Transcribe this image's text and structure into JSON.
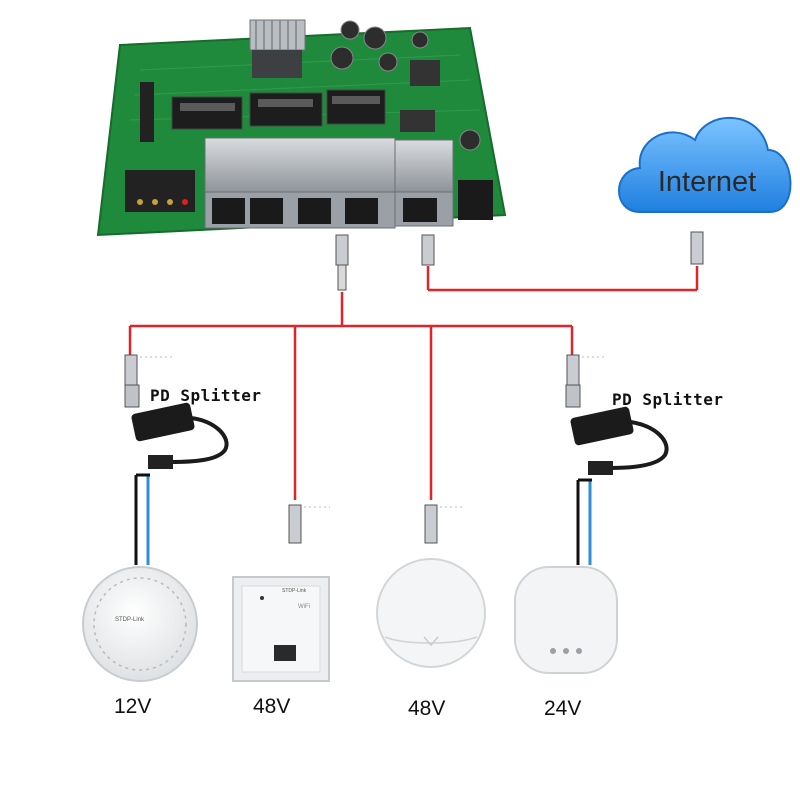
{
  "internet": {
    "label": "Internet"
  },
  "splitters": [
    {
      "label": "PD Splitter"
    },
    {
      "label": "PD Splitter"
    }
  ],
  "devices": [
    {
      "name": "ceiling-ap-round",
      "voltage": "12V",
      "brand": "STDP-Link"
    },
    {
      "name": "wall-plate-ap",
      "voltage": "48V",
      "brand": "STDP-Link",
      "badge": "WiFi"
    },
    {
      "name": "round-ap",
      "voltage": "48V"
    },
    {
      "name": "square-ap",
      "voltage": "24V"
    }
  ],
  "colors": {
    "poe_line": "#e0242a",
    "power_black": "#111111",
    "data_blue": "#2e8fd6",
    "pcb_green": "#1f8a3c",
    "cloud_blue": "#2b8fe8"
  }
}
